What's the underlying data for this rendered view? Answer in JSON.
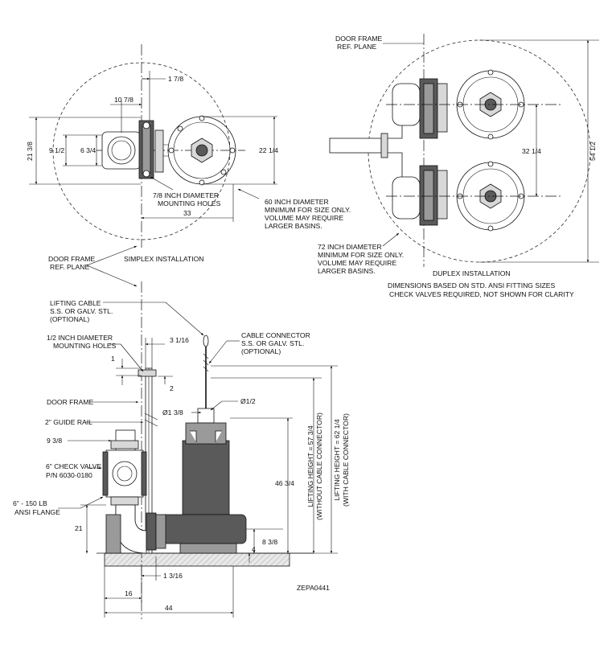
{
  "labels": {
    "door_frame_ref_top_1": "DOOR FRAME",
    "door_frame_ref_top_2": "REF. PLANE",
    "dim_1_7_8": "1 7/8",
    "dim_10_7_8": "10 7/8",
    "dim_21_3_8": "21 3/8",
    "dim_9_1_2": "9 1/2",
    "dim_6_3_4": "6 3/4",
    "dim_22_1_4": "22 1/4",
    "dim_33": "33",
    "dim_32_1_4": "32 1/4",
    "dim_54_1_2": "54 1/2",
    "mounting_holes_78_1": "7/8 INCH DIAMETER",
    "mounting_holes_78_2": "MOUNTING HOLES",
    "basin60_1": "60 INCH DIAMETER",
    "basin60_2": "MINIMUM FOR SIZE ONLY.",
    "basin60_3": "VOLUME MAY REQUIRE",
    "basin60_4": "LARGER BASINS.",
    "basin72_1": "72 INCH DIAMETER",
    "basin72_2": "MINIMUM FOR SIZE ONLY.",
    "basin72_3": "VOLUME MAY REQUIRE",
    "basin72_4": "LARGER BASINS.",
    "door_frame_ref_left_1": "DOOR FRAME",
    "door_frame_ref_left_2": "REF. PLANE",
    "simplex_installation": "SIMPLEX INSTALLATION",
    "duplex_installation": "DUPLEX INSTALLATION",
    "note_1": "DIMENSIONS BASED ON STD. ANSI FITTING SIZES",
    "note_2": "CHECK VALVES REQUIRED, NOT SHOWN FOR CLARITY",
    "lifting_cable_1": "LIFTING CABLE",
    "lifting_cable_2": "S.S. OR GALV. STL.",
    "lifting_cable_3": "(OPTIONAL)",
    "mounting_holes_12_1": "1/2 INCH DIAMETER",
    "mounting_holes_12_2": "MOUNTING HOLES",
    "dim_3_1_16": "3 1/16",
    "dim_1": "1",
    "dim_2": "2",
    "cable_connector_1": "CABLE CONNECTOR",
    "cable_connector_2": "S.S. OR GALV. STL.",
    "cable_connector_3": "(OPTIONAL)",
    "door_frame_side": "DOOR FRAME",
    "dim_dia_1_3_8": "Ø1 3/8",
    "dim_dia_1_2": "Ø1/2",
    "guide_rail": "2\" GUIDE RAIL",
    "dim_9_3_8": "9 3/8",
    "check_valve_1": "6\" CHECK VALVE",
    "check_valve_2": "P/N 6030-0180",
    "ansi_flange_1": "6\" - 150 LB",
    "ansi_flange_2": "ANSI FLANGE",
    "dim_21": "21",
    "dim_46_3_4": "46 3/4",
    "lifting_height_57_1": "LIFTING HEIGHT = 57 3/4",
    "lifting_height_57_2": "(WITHOUT CABLE CONNECTOR)",
    "lifting_height_62_1": "LIFTING HEIGHT = 62 1/4",
    "lifting_height_62_2": "(WITH CABLE CONNECTOR)",
    "dim_8_3_8": "8 3/8",
    "dim_4": "4",
    "dim_1_3_16": "1 3/16",
    "dim_16": "16",
    "dim_44": "44",
    "drawing_number": "ZEPA0441"
  }
}
